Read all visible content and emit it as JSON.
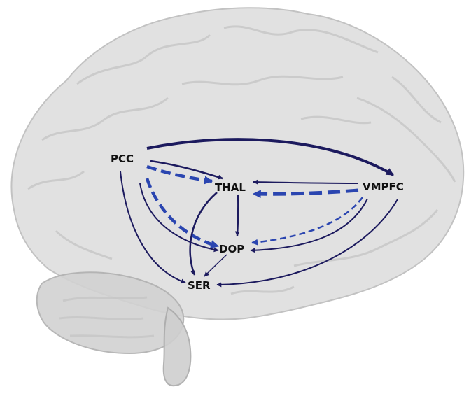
{
  "nodes": {
    "pcc": "PCC",
    "thal": "THAL",
    "vmpfc": "VMPFC",
    "dop": "DOP",
    "ser": "SER"
  },
  "edges": [
    {
      "from": "PCC",
      "to": "VMPFC",
      "style": "solid",
      "weight": "thick"
    },
    {
      "from": "PCC",
      "to": "THAL",
      "style": "solid",
      "weight": "normal"
    },
    {
      "from": "PCC",
      "to": "THAL",
      "style": "dashed",
      "weight": "thick"
    },
    {
      "from": "PCC",
      "to": "DOP",
      "style": "dashed",
      "weight": "thick"
    },
    {
      "from": "PCC",
      "to": "DOP",
      "style": "solid",
      "weight": "normal"
    },
    {
      "from": "PCC",
      "to": "SER",
      "style": "solid",
      "weight": "normal"
    },
    {
      "from": "THAL",
      "to": "DOP",
      "style": "solid",
      "weight": "normal"
    },
    {
      "from": "THAL",
      "to": "SER",
      "style": "solid",
      "weight": "normal"
    },
    {
      "from": "VMPFC",
      "to": "THAL",
      "style": "solid",
      "weight": "normal"
    },
    {
      "from": "VMPFC",
      "to": "THAL",
      "style": "dashed",
      "weight": "thick"
    },
    {
      "from": "VMPFC",
      "to": "DOP",
      "style": "dashed",
      "weight": "normal"
    },
    {
      "from": "VMPFC",
      "to": "DOP",
      "style": "solid",
      "weight": "normal"
    },
    {
      "from": "VMPFC",
      "to": "SER",
      "style": "solid",
      "weight": "normal"
    },
    {
      "from": "DOP",
      "to": "SER",
      "style": "solid",
      "weight": "normal"
    }
  ],
  "colors": {
    "solid_edge": "#1c1a5e",
    "dashed_edge": "#2a45b0",
    "brain_fill": "#d9d9d9",
    "brain_outline": "#bdbdbd"
  }
}
